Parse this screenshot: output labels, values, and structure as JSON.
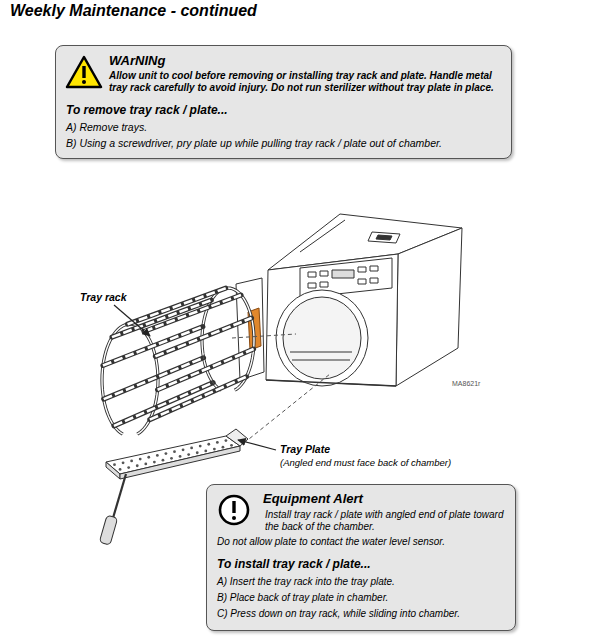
{
  "diagram": {
    "title": "Weekly Maintenance - continued",
    "nodes": [
      {
        "text": [
          "WArNINg",
          "Allow unit to cool before removing or installing tray rack and plate. Handle metal tray rack carefully to avoid injury. Do not run sterilizer without tray plate in place.",
          "To remove tray rack / plate...",
          "A) Remove trays.",
          "B) Using a screwdriver, pry plate up while pulling tray rack / plate out of chamber."
        ]
      },
      {
        "text": [
          "Equipment Alert",
          "Install tray rack / plate with angled end of plate toward the back of the chamber.",
          "Do not allow plate to contact the water level sensor.",
          "To install tray rack / plate...",
          "A) Insert the tray rack into the tray plate.",
          "B) Place back of tray plate in chamber.",
          "C) Press down on tray rack, while sliding into chamber."
        ]
      }
    ],
    "labels": [
      "Tray rack",
      "Tray Plate",
      "(Angled end must face back of chamber)",
      "MA8621r"
    ]
  }
}
